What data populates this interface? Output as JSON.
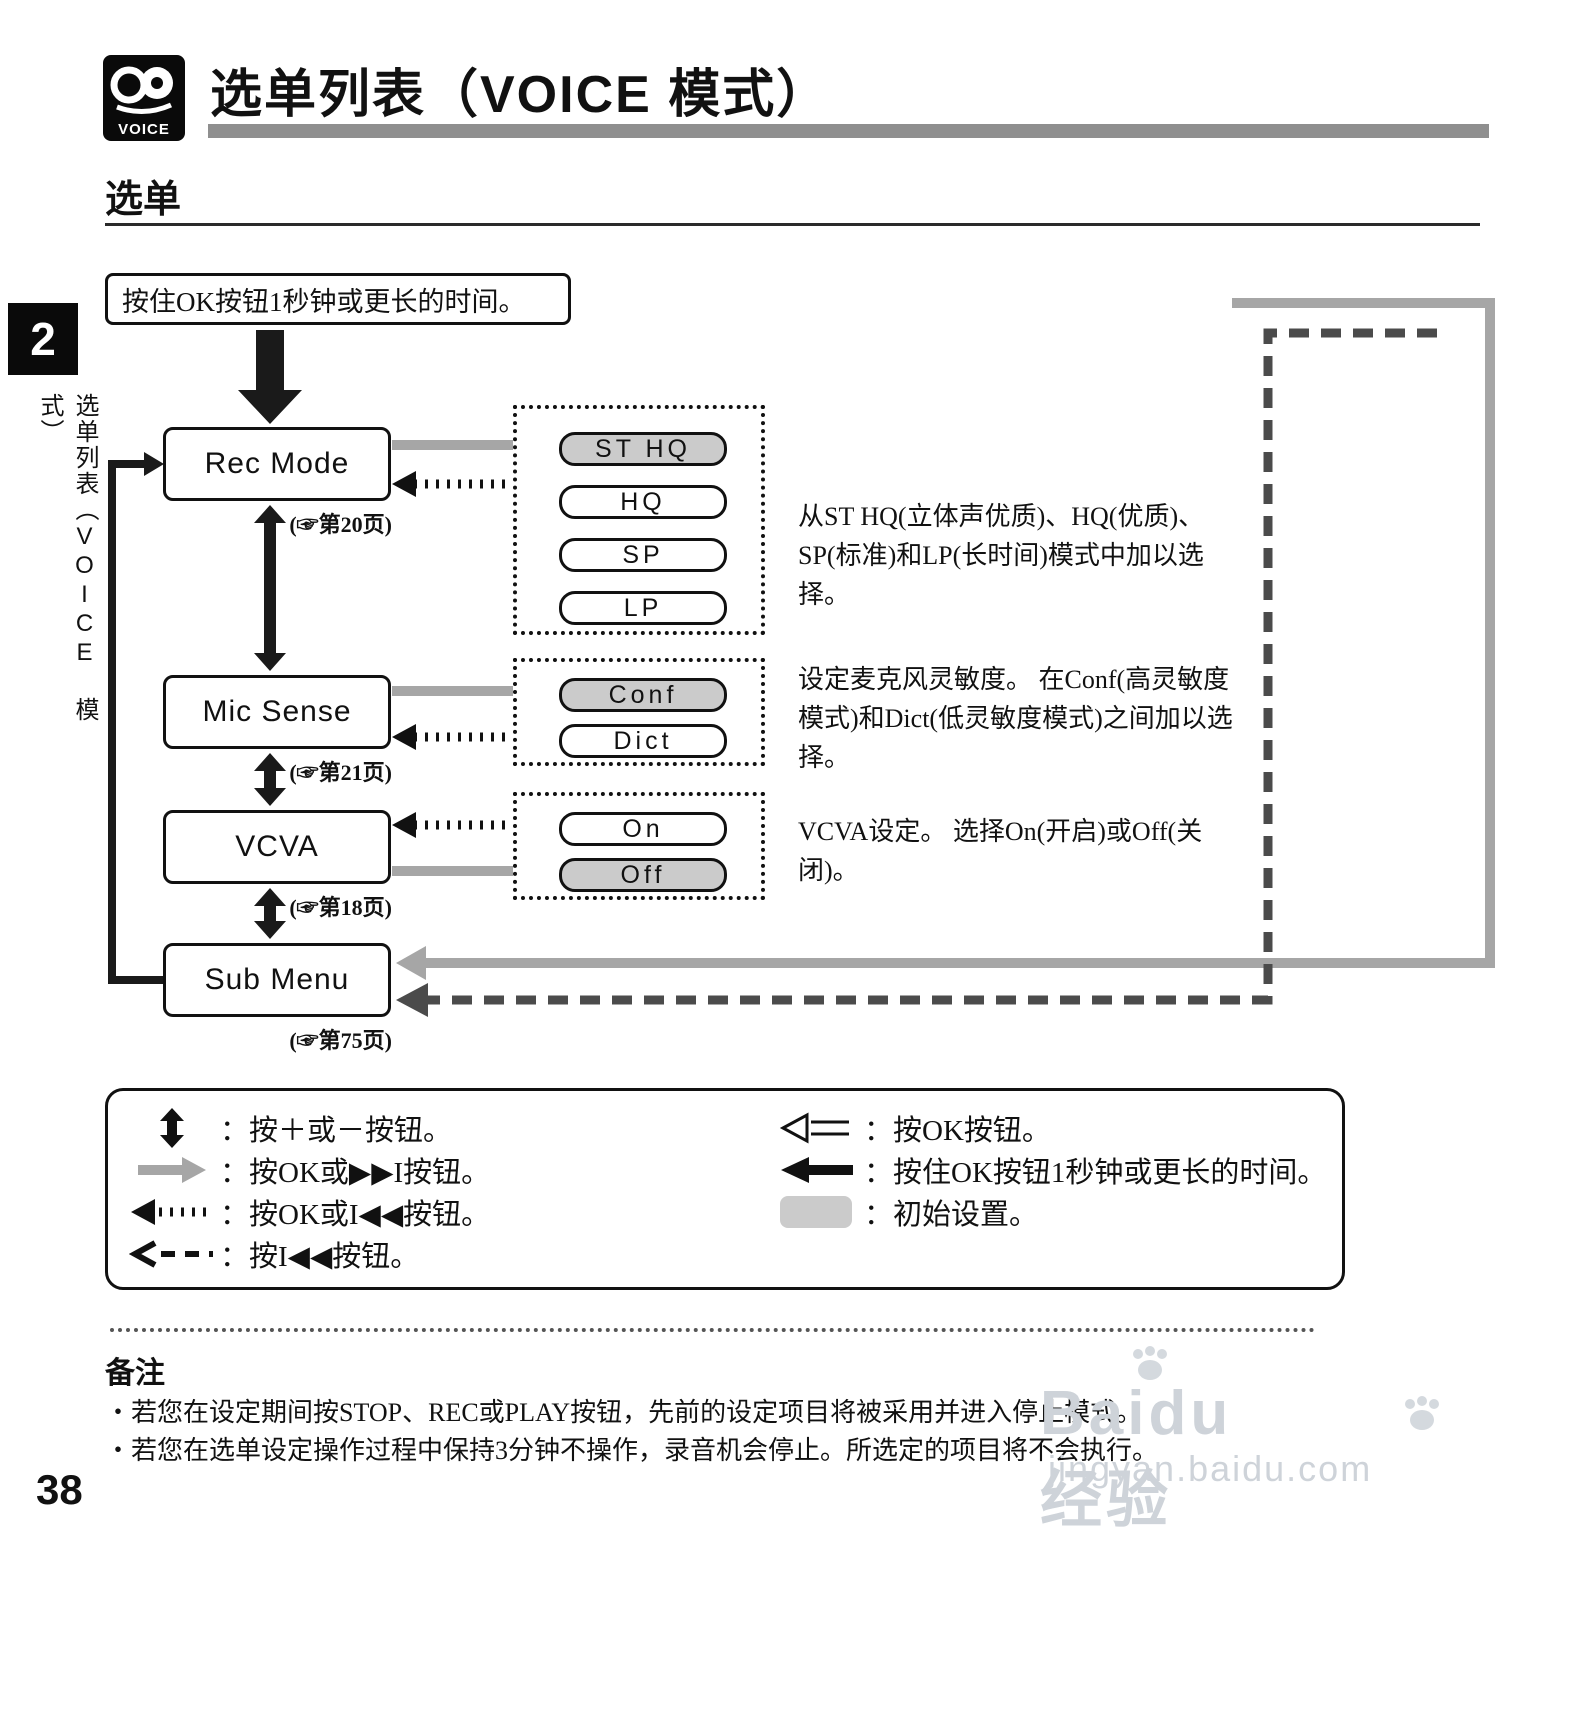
{
  "page": {
    "title": "选单列表（VOICE 模式）",
    "icon_label": "VOICE",
    "section_heading": "选单",
    "chapter_number": "2",
    "sidebar_label": "选单列表（VOICE 模式）",
    "number": "38"
  },
  "flow": {
    "instruction": "按住OK按钮1秒钟或更长的时间。",
    "rec_mode": {
      "label": "Rec Mode",
      "ref": "(☞第20页)",
      "options": [
        "ST HQ",
        "HQ",
        "SP",
        "LP"
      ],
      "default": "ST HQ",
      "desc": "从ST HQ(立体声优质)、HQ(优质)、SP(标准)和LP(长时间)模式中加以选择。"
    },
    "mic_sense": {
      "label": "Mic Sense",
      "ref": "(☞第21页)",
      "options": [
        "Conf",
        "Dict"
      ],
      "default": "Conf",
      "desc": "设定麦克风灵敏度。 在Conf(高灵敏度模式)和Dict(低灵敏度模式)之间加以选择。"
    },
    "vcva": {
      "label": "VCVA",
      "ref": "(☞第18页)",
      "options": [
        "On",
        "Off"
      ],
      "default": "Off",
      "desc": "VCVA设定。 选择On(开启)或Off(关闭)。"
    },
    "sub_menu": {
      "label": "Sub Menu",
      "ref": "(☞第75页)"
    }
  },
  "legend": {
    "left": [
      {
        "icon": "double-vertical-arrow",
        "text": "：按＋或－按钮。"
      },
      {
        "icon": "gray-right-arrow",
        "text": "：按OK或▶▶I按钮。"
      },
      {
        "icon": "dotted-left-arrow",
        "text": "：按OK或I◀◀按钮。"
      },
      {
        "icon": "dashed-left-arrow",
        "text": "：按I◀◀按钮。"
      }
    ],
    "right": [
      {
        "icon": "outline-left-arrow",
        "text": "：按OK按钮。"
      },
      {
        "icon": "solid-left-arrow",
        "text": "：按住OK按钮1秒钟或更长的时间。"
      },
      {
        "icon": "shaded-box",
        "text": "：初始设置。"
      }
    ]
  },
  "notes": {
    "heading": "备注",
    "items": [
      "・若您在设定期间按STOP、REC或PLAY按钮，先前的设定项目将被采用并进入停止模式。",
      "・若您在选单设定操作过程中保持3分钟不操作，录音机会停止。所选定的项目将不会执行。"
    ]
  },
  "watermark": {
    "line1": "Baidu 经验",
    "line2": "jingyan.baidu.com"
  },
  "colors": {
    "flow_gray": "#a6a6a6",
    "dashed_gray": "#4b4b4b",
    "shaded_option": "#cbcbcb",
    "title_bar_gray": "#8f8f8f"
  }
}
